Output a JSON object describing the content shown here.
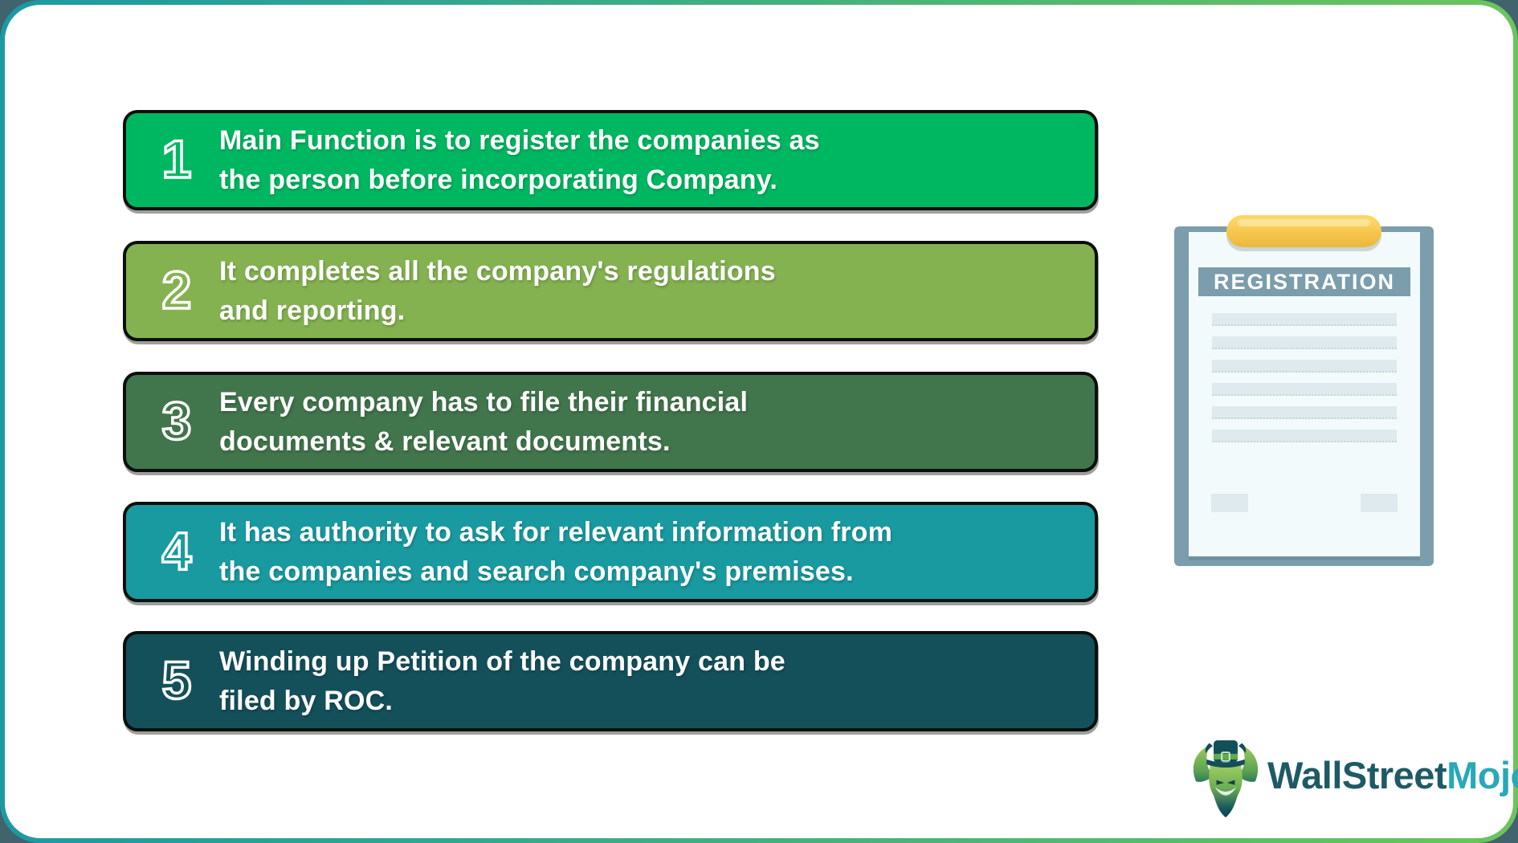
{
  "page": {
    "outside_color": "#41636e",
    "border_gradient_left": "#1b9aa4",
    "border_gradient_right": "#6cc45c",
    "card_background": "#ffffff"
  },
  "functions_list": {
    "items": [
      {
        "number": "1",
        "text": "Main Function is to register the companies as\nthe person before incorporating Company.",
        "color": "#00b761"
      },
      {
        "number": "2",
        "text": "It completes all the company's regulations\nand reporting.",
        "color": "#84b250"
      },
      {
        "number": "3",
        "text": "Every company has to file their financial\ndocuments & relevant documents.",
        "color": "#41754b"
      },
      {
        "number": "4",
        "text": "It has authority to ask for relevant information from\nthe companies and search company's premises.",
        "color": "#189aa0"
      },
      {
        "number": "5",
        "text": "Winding up Petition of the company can be\nfiled by ROC.",
        "color": "#14505a"
      }
    ]
  },
  "clipboard": {
    "title": "REGISTRATION",
    "board_color": "#7b9dac",
    "banner_color": "#7b9dac",
    "paper_color": "#f3fafb",
    "line_color": "#dfeaee",
    "clip_color": "#f6c54b",
    "form_line_count": 6
  },
  "logo": {
    "brand_part1": "WallStreet",
    "brand_part2": "Mojo",
    "part1_color": "#1e5a66",
    "part2_color": "#29a8b8",
    "hat_color": "#134f58",
    "band_color": "#5fae49"
  }
}
